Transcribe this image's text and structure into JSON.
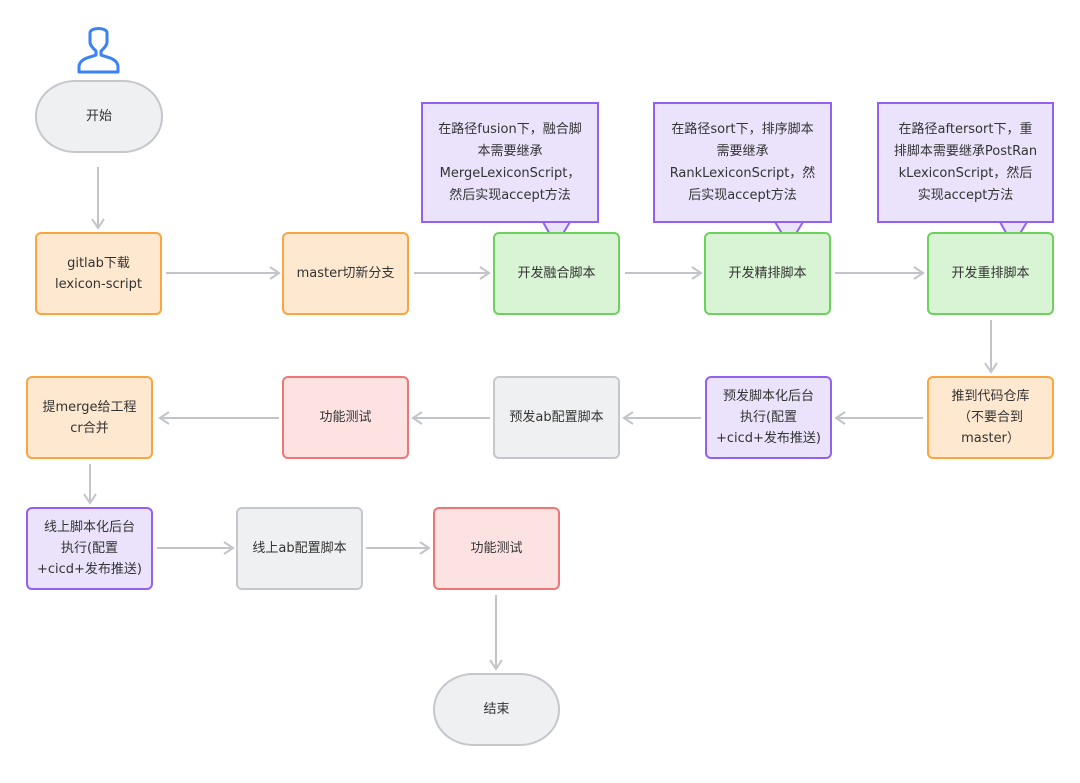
{
  "diagram": {
    "start_icon": "user-icon",
    "nodes": {
      "start": "开始",
      "gitlab": "gitlab下载\nlexicon-script",
      "branch": "master切新分支",
      "fusion": "开发融合脚本",
      "rank": "开发精排脚本",
      "rerank": "开发重排脚本",
      "push": "推到代码仓库\n（不要合到\nmaster）",
      "pre_exec": "预发脚本化后台\n执行(配置\n+cicd+发布推送)",
      "pre_ab": "预发ab配置脚本",
      "test1": "功能测试",
      "merge": "提merge给工程\ncr合并",
      "online_exec": "线上脚本化后台\n执行(配置\n+cicd+发布推送)",
      "online_ab": "线上ab配置脚本",
      "test2": "功能测试",
      "end": "结束"
    },
    "notes": {
      "fusion": "在路径fusion下，融合脚\n本需要继承\nMergeLexiconScript，\n然后实现accept方法",
      "rank": "在路径sort下，排序脚本\n需要继承\nRankLexiconScript，然\n后实现accept方法",
      "rerank": "在路径aftersort下，重\n排脚本需要继承PostRan\nkLexiconScript，然后\n实现accept方法"
    },
    "colors": {
      "orange_fill": "#fee8d0",
      "orange_border": "#f9a640",
      "green_fill": "#d9f4d5",
      "green_border": "#6cd15d",
      "purple_fill": "#ebe3fb",
      "purple_border": "#9361ef",
      "red_fill": "#fde2e2",
      "red_border": "#f07676",
      "gray_fill": "#eff0f2",
      "gray_border": "#c5c7cc",
      "arrow": "#c2c4c9",
      "user_icon": "#3b82f6"
    }
  }
}
